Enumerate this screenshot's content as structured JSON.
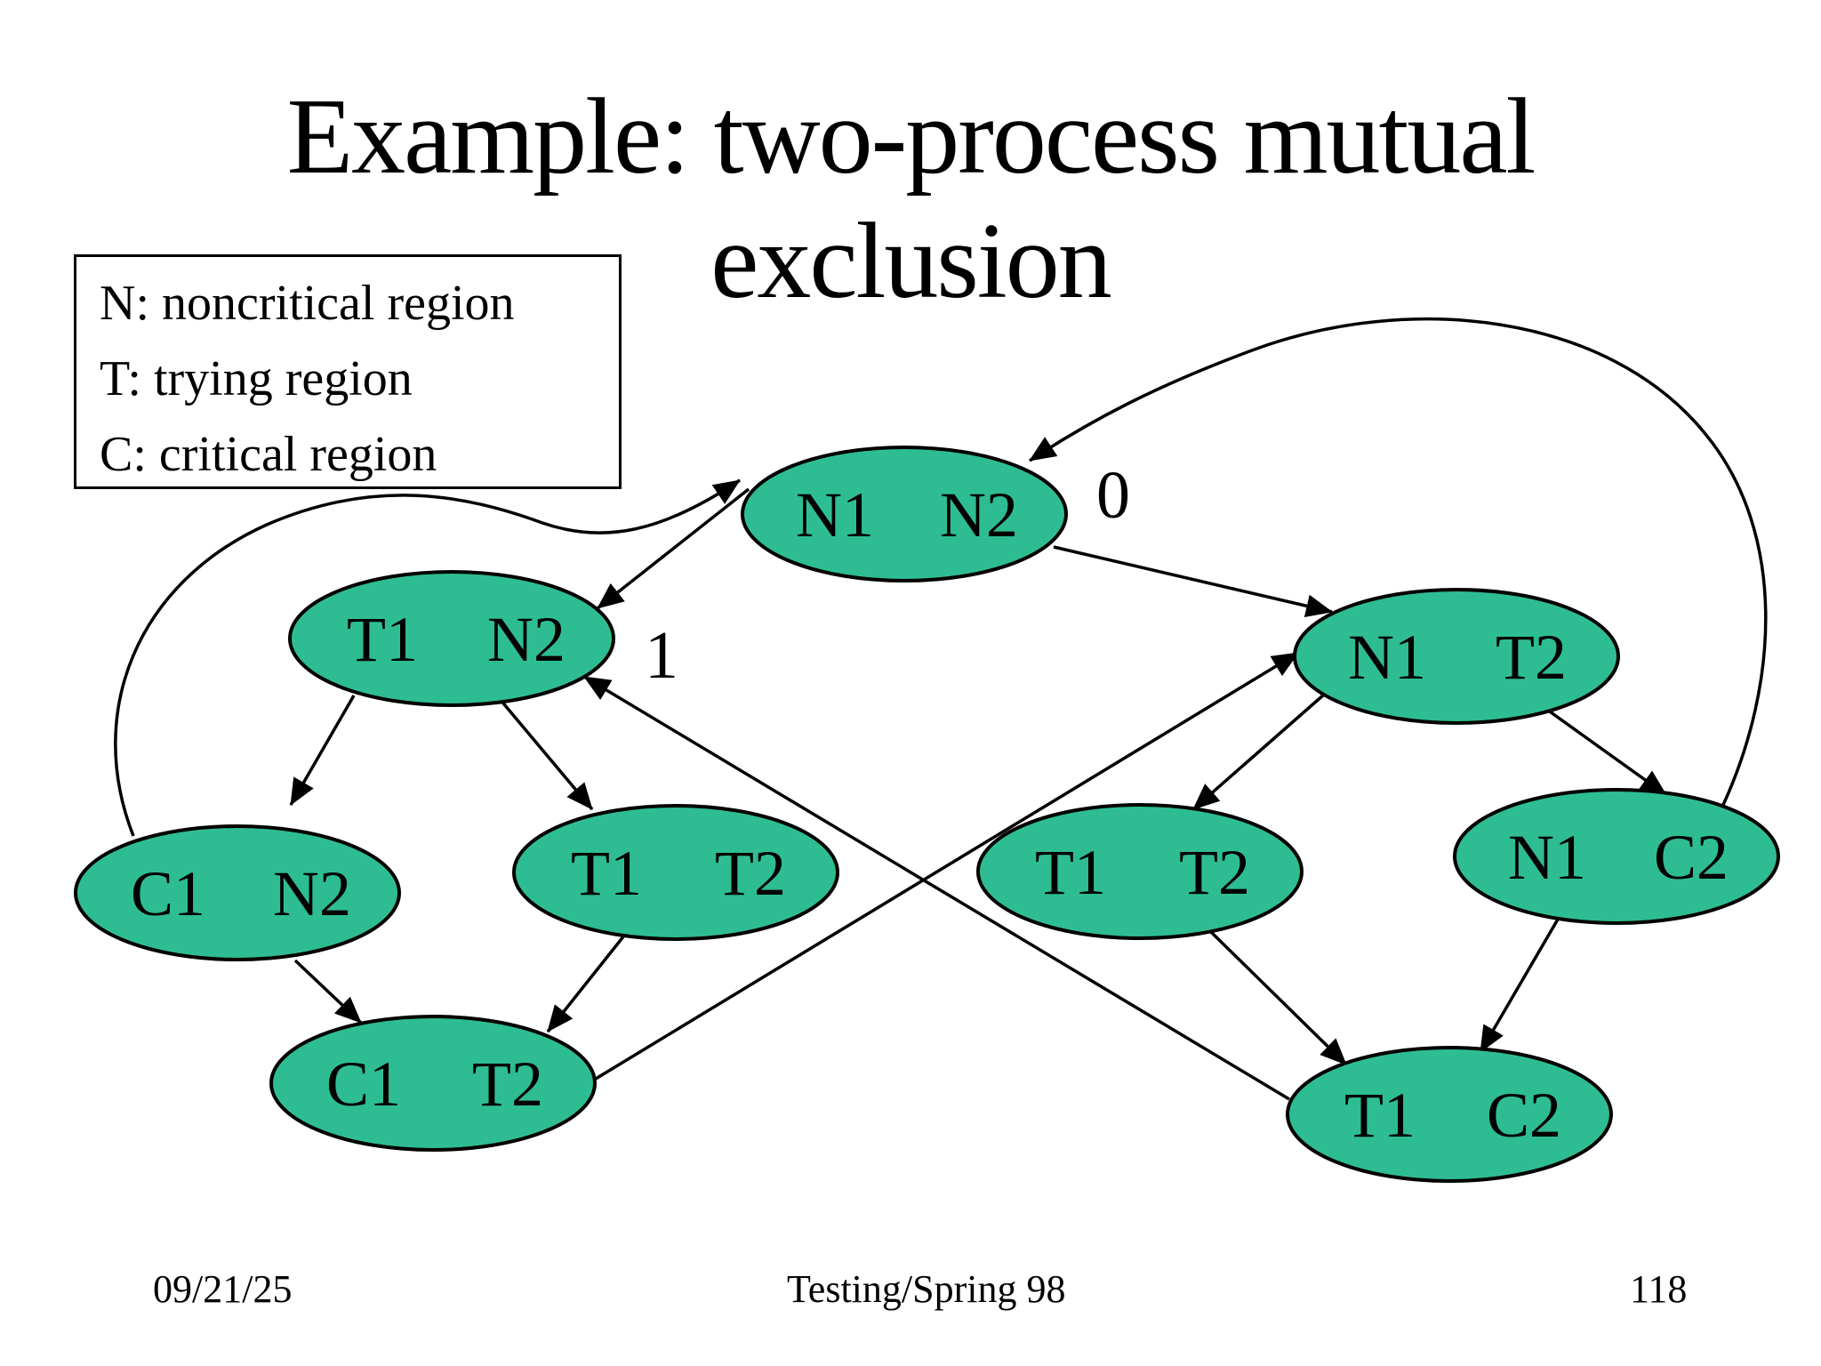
{
  "slide": {
    "title_lines": [
      "Example: two-process mutual",
      "exclusion"
    ],
    "footer": {
      "date": "09/21/25",
      "course": "Testing/Spring 98",
      "page_number": "118"
    }
  },
  "legend": {
    "items": [
      "N: noncritical region",
      "T: trying region",
      "C: critical region"
    ]
  },
  "colors": {
    "node_fill": "#2EBD92",
    "node_stroke": "#000000",
    "edge_stroke": "#000000",
    "background": "#FFFFFF"
  },
  "diagram": {
    "nodes": [
      {
        "id": "n1n2",
        "labels": [
          "N1",
          "N2"
        ]
      },
      {
        "id": "t1n2",
        "labels": [
          "T1",
          "N2"
        ]
      },
      {
        "id": "n1t2",
        "labels": [
          "N1",
          "T2"
        ]
      },
      {
        "id": "c1n2",
        "labels": [
          "C1",
          "N2"
        ]
      },
      {
        "id": "t1t2-left",
        "labels": [
          "T1",
          "T2"
        ]
      },
      {
        "id": "t1t2-right",
        "labels": [
          "T1",
          "T2"
        ]
      },
      {
        "id": "n1c2",
        "labels": [
          "N1",
          "C2"
        ]
      },
      {
        "id": "c1t2",
        "labels": [
          "C1",
          "T2"
        ]
      },
      {
        "id": "t1c2",
        "labels": [
          "T1",
          "C2"
        ]
      }
    ],
    "edges": [
      {
        "from": "n1n2",
        "to": "t1n2"
      },
      {
        "from": "n1n2",
        "to": "n1t2"
      },
      {
        "from": "t1n2",
        "to": "c1n2"
      },
      {
        "from": "t1n2",
        "to": "t1t2-left"
      },
      {
        "from": "n1t2",
        "to": "t1t2-right"
      },
      {
        "from": "n1t2",
        "to": "n1c2"
      },
      {
        "from": "c1n2",
        "to": "c1t2"
      },
      {
        "from": "t1t2-left",
        "to": "c1t2"
      },
      {
        "from": "t1t2-right",
        "to": "t1c2"
      },
      {
        "from": "n1c2",
        "to": "t1c2"
      },
      {
        "from": "c1t2",
        "to": "n1t2"
      },
      {
        "from": "t1c2",
        "to": "t1n2"
      },
      {
        "from": "c1n2",
        "to": "n1n2"
      },
      {
        "from": "n1c2",
        "to": "n1n2"
      }
    ],
    "edge_labels": [
      {
        "text": "0"
      },
      {
        "text": "1"
      }
    ]
  }
}
